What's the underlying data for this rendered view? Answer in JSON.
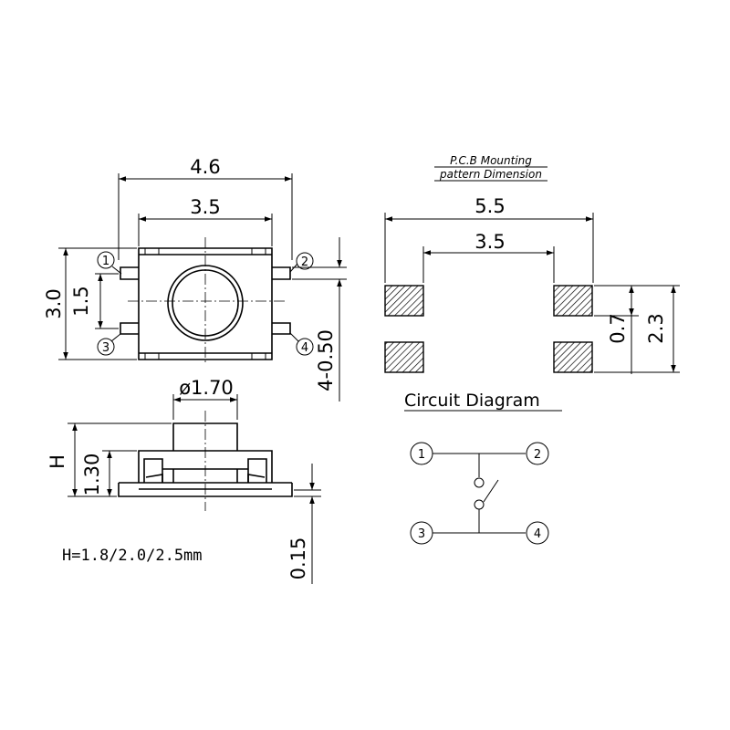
{
  "top_view": {
    "width_outer": "4.6",
    "width_inner": "3.5",
    "height_total": "3.0",
    "pin_pitch": "1.5",
    "pin_dim": "4-0.50",
    "pins": [
      "1",
      "2",
      "3",
      "4"
    ]
  },
  "side_view": {
    "button_dia": "ø1.70",
    "height_label": "H",
    "body_height": "1.30",
    "lead_thickness": "0.15",
    "note": "H=1.8/2.0/2.5mm"
  },
  "pcb": {
    "title_line1": "P.C.B Mounting",
    "title_line2": "pattern Dimension",
    "width_outer": "5.5",
    "width_inner": "3.5",
    "pad_height": "0.7",
    "pad_span": "2.3"
  },
  "circuit": {
    "title": "Circuit Diagram",
    "pins": [
      "1",
      "2",
      "3",
      "4"
    ]
  }
}
